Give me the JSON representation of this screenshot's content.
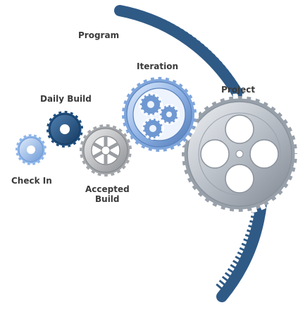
{
  "labels": {
    "program": "Program",
    "iteration": "Iteration",
    "project": "Project",
    "daily_build": "Daily Build",
    "check_in": "Check In",
    "accepted_build_line1": "Accepted",
    "accepted_build_line2": "Build"
  },
  "colors": {
    "program_ring": "#2f5a86",
    "project_gear": "#b8bec6",
    "iteration_gear": "#8fb3e6",
    "daily_build_gear": "#1f4f7e",
    "check_in_gear": "#9cc0ee",
    "accepted_build_gear": "#b0b3b7",
    "label_text": "#3a3a3a"
  }
}
